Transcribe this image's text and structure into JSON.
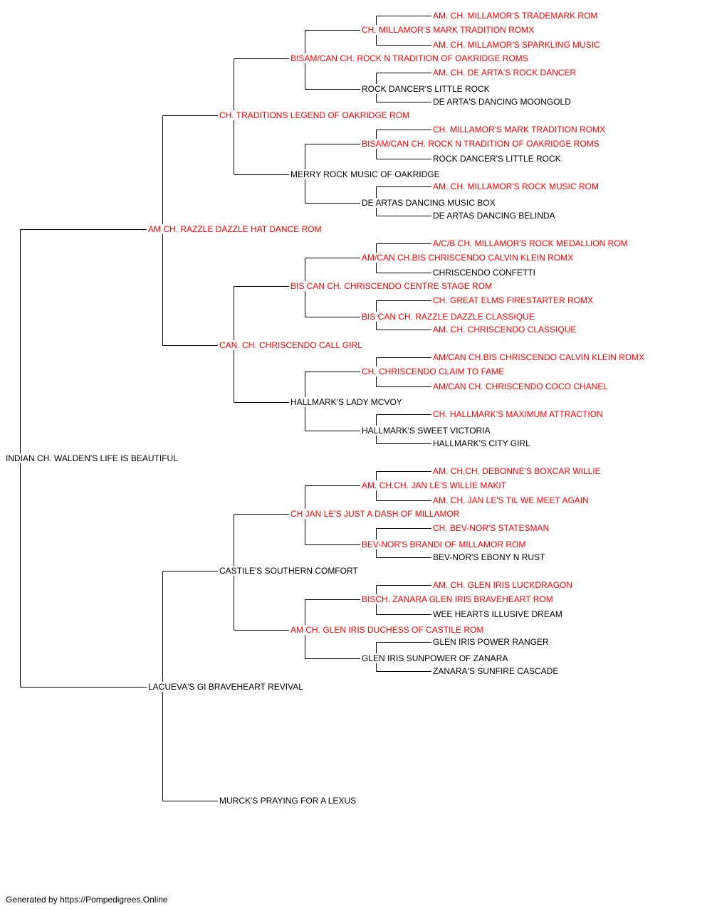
{
  "colors": {
    "champion": "#ff0000",
    "regular": "#000000",
    "line": "#000000"
  },
  "pedigree": [
    {
      "name": "INDIAN CH. WALDEN'S LIFE IS BEAUTIFUL",
      "gen": 0,
      "slot": 0,
      "champion": false
    },
    {
      "name": "AM CH. RAZZLE DAZZLE HAT DANCE ROM",
      "gen": 1,
      "slot": 0,
      "champion": true
    },
    {
      "name": "LACUEVA'S GI BRAVEHEART REVIVAL",
      "gen": 1,
      "slot": 1,
      "champion": false
    },
    {
      "name": "CH. TRADITIONS LEGEND OF OAKRIDGE ROM",
      "gen": 2,
      "slot": 0,
      "champion": true
    },
    {
      "name": "CAN. CH. CHRISCENDO CALL GIRL",
      "gen": 2,
      "slot": 1,
      "champion": true
    },
    {
      "name": "CASTILE'S SOUTHERN COMFORT",
      "gen": 2,
      "slot": 2,
      "champion": false
    },
    {
      "name": "MURCK'S PRAYING FOR A LEXUS",
      "gen": 2,
      "slot": 3,
      "champion": false
    },
    {
      "name": "BISAM/CAN CH. ROCK N TRADITION OF OAKRIDGE ROMS",
      "gen": 3,
      "slot": 0,
      "champion": true
    },
    {
      "name": "MERRY ROCK MUSIC OF OAKRIDGE",
      "gen": 3,
      "slot": 1,
      "champion": false
    },
    {
      "name": "BIS CAN CH. CHRISCENDO CENTRE STAGE ROM",
      "gen": 3,
      "slot": 2,
      "champion": true
    },
    {
      "name": "HALLMARK'S LADY MCVOY",
      "gen": 3,
      "slot": 3,
      "champion": false
    },
    {
      "name": "CH JAN LE'S JUST A DASH OF MILLAMOR",
      "gen": 3,
      "slot": 4,
      "champion": true
    },
    {
      "name": "AM CH. GLEN IRIS DUCHESS OF CASTILE ROM",
      "gen": 3,
      "slot": 5,
      "champion": true
    },
    {
      "name": "CH. MILLAMOR'S MARK TRADITION ROMX",
      "gen": 4,
      "slot": 0,
      "champion": true
    },
    {
      "name": "ROCK DANCER'S LITTLE ROCK",
      "gen": 4,
      "slot": 1,
      "champion": false
    },
    {
      "name": "BISAM/CAN CH. ROCK N TRADITION OF OAKRIDGE ROMS",
      "gen": 4,
      "slot": 2,
      "champion": true
    },
    {
      "name": "DE ARTAS DANCING MUSIC BOX",
      "gen": 4,
      "slot": 3,
      "champion": false
    },
    {
      "name": "AM/CAN CH.BIS CHRISCENDO CALVIN KLEIN ROMX",
      "gen": 4,
      "slot": 4,
      "champion": true
    },
    {
      "name": "BIS CAN CH. RAZZLE DAZZLE CLASSIQUE",
      "gen": 4,
      "slot": 5,
      "champion": true
    },
    {
      "name": "CH. CHRISCENDO CLAIM TO FAME",
      "gen": 4,
      "slot": 6,
      "champion": true
    },
    {
      "name": "HALLMARK'S SWEET VICTORIA",
      "gen": 4,
      "slot": 7,
      "champion": false
    },
    {
      "name": "AM. CH.CH. JAN LE'S WILLIE MAKIT",
      "gen": 4,
      "slot": 8,
      "champion": true
    },
    {
      "name": "BEV-NOR'S BRANDI OF MILLAMOR ROM",
      "gen": 4,
      "slot": 9,
      "champion": true
    },
    {
      "name": "BISCH. ZANARA GLEN IRIS BRAVEHEART ROM",
      "gen": 4,
      "slot": 10,
      "champion": true
    },
    {
      "name": "GLEN IRIS SUNPOWER OF ZANARA",
      "gen": 4,
      "slot": 11,
      "champion": false
    },
    {
      "name": "AM. CH. MILLAMOR'S TRADEMARK ROM",
      "gen": 5,
      "slot": 0,
      "champion": true
    },
    {
      "name": "AM. CH. MILLAMOR'S SPARKLING MUSIC",
      "gen": 5,
      "slot": 1,
      "champion": true
    },
    {
      "name": "AM. CH. DE ARTA'S ROCK DANCER",
      "gen": 5,
      "slot": 2,
      "champion": true
    },
    {
      "name": "DE ARTA'S DANCING MOONGOLD",
      "gen": 5,
      "slot": 3,
      "champion": false
    },
    {
      "name": "CH. MILLAMOR'S MARK TRADITION ROMX",
      "gen": 5,
      "slot": 4,
      "champion": true
    },
    {
      "name": "ROCK DANCER'S LITTLE ROCK",
      "gen": 5,
      "slot": 5,
      "champion": false
    },
    {
      "name": "AM. CH. MILLAMOR'S ROCK MUSIC ROM",
      "gen": 5,
      "slot": 6,
      "champion": true
    },
    {
      "name": "DE ARTAS DANCING BELINDA",
      "gen": 5,
      "slot": 7,
      "champion": false
    },
    {
      "name": "A/C/B CH. MILLAMOR'S ROCK MEDALLION ROM",
      "gen": 5,
      "slot": 8,
      "champion": true
    },
    {
      "name": "CHRISCENDO CONFETTI",
      "gen": 5,
      "slot": 9,
      "champion": false
    },
    {
      "name": "CH. GREAT ELMS FIRESTARTER ROMX",
      "gen": 5,
      "slot": 10,
      "champion": true
    },
    {
      "name": "AM. CH. CHRISCENDO CLASSIQUE",
      "gen": 5,
      "slot": 11,
      "champion": true
    },
    {
      "name": "AM/CAN CH.BIS CHRISCENDO CALVIN KLEIN ROMX",
      "gen": 5,
      "slot": 12,
      "champion": true
    },
    {
      "name": "AM/CAN CH. CHRISCENDO COCO CHANEL",
      "gen": 5,
      "slot": 13,
      "champion": true
    },
    {
      "name": "CH. HALLMARK'S MAXIMUM ATTRACTION",
      "gen": 5,
      "slot": 14,
      "champion": true
    },
    {
      "name": "HALLMARK'S CITY GIRL",
      "gen": 5,
      "slot": 15,
      "champion": false
    },
    {
      "name": "AM. CH.CH. DEBONNE'S BOXCAR WILLIE",
      "gen": 5,
      "slot": 16,
      "champion": true
    },
    {
      "name": "AM. CH. JAN LE'S TIL WE MEET AGAIN",
      "gen": 5,
      "slot": 17,
      "champion": true
    },
    {
      "name": "CH. BEV-NOR'S STATESMAN",
      "gen": 5,
      "slot": 18,
      "champion": true
    },
    {
      "name": "BEV-NOR'S EBONY N RUST",
      "gen": 5,
      "slot": 19,
      "champion": false
    },
    {
      "name": "AM. CH. GLEN IRIS LUCKDRAGON",
      "gen": 5,
      "slot": 20,
      "champion": true
    },
    {
      "name": "WEE HEARTS ILLUSIVE DREAM",
      "gen": 5,
      "slot": 21,
      "champion": false
    },
    {
      "name": "GLEN IRIS POWER RANGER",
      "gen": 5,
      "slot": 22,
      "champion": false
    },
    {
      "name": "ZANARA'S SUNFIRE CASCADE",
      "gen": 5,
      "slot": 23,
      "champion": false
    }
  ],
  "footer": "Generated by https://Pompedigrees.Online"
}
